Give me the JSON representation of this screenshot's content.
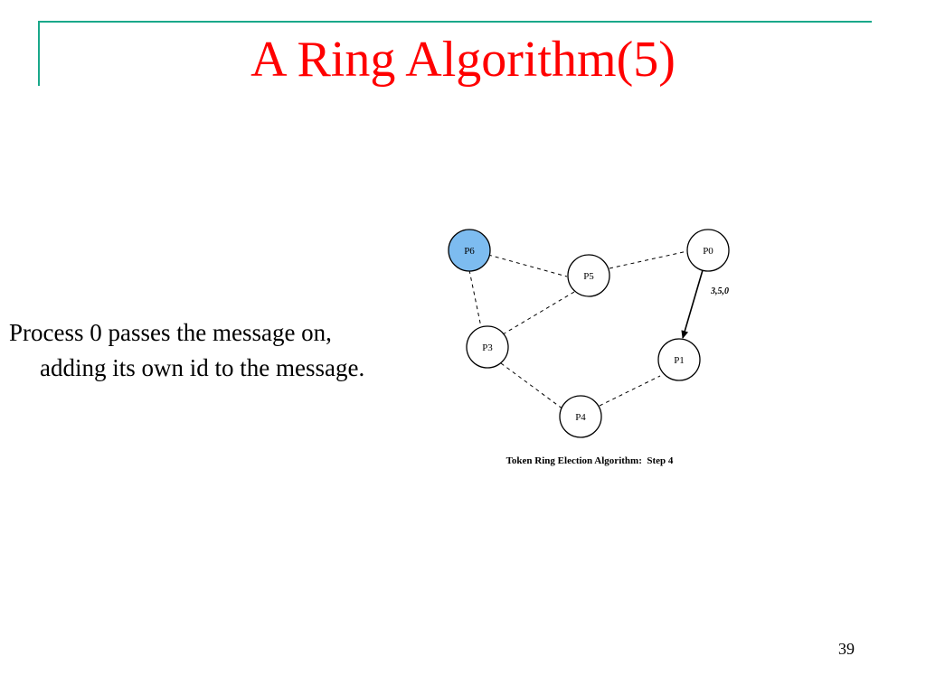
{
  "slide": {
    "title": "A Ring Algorithm(5)",
    "body_lines": [
      "Process 0 passes the message on,",
      "adding its own id to the message."
    ],
    "slide_number": "39"
  },
  "diagram": {
    "caption": "Token Ring Election Algorithm:  Step 4",
    "colors": {
      "highlight_fill": "#7dbcf0",
      "node_fill": "#ffffff",
      "stroke": "#000000"
    },
    "nodes": [
      {
        "id": "P6",
        "label": "P6",
        "highlighted": true
      },
      {
        "id": "P0",
        "label": "P0",
        "highlighted": false
      },
      {
        "id": "P5",
        "label": "P5",
        "highlighted": false
      },
      {
        "id": "P3",
        "label": "P3",
        "highlighted": false
      },
      {
        "id": "P1",
        "label": "P1",
        "highlighted": false
      },
      {
        "id": "P4",
        "label": "P4",
        "highlighted": false
      }
    ],
    "ring_links": [
      {
        "from": "P6",
        "to": "P5",
        "style": "dashed"
      },
      {
        "from": "P5",
        "to": "P0",
        "style": "dashed"
      },
      {
        "from": "P6",
        "to": "P3",
        "style": "dashed"
      },
      {
        "from": "P5",
        "to": "P3",
        "style": "dashed"
      },
      {
        "from": "P3",
        "to": "P4",
        "style": "dashed"
      },
      {
        "from": "P4",
        "to": "P1",
        "style": "dashed"
      }
    ],
    "message": {
      "from": "P0",
      "to": "P1",
      "label": "3,5,0"
    }
  }
}
